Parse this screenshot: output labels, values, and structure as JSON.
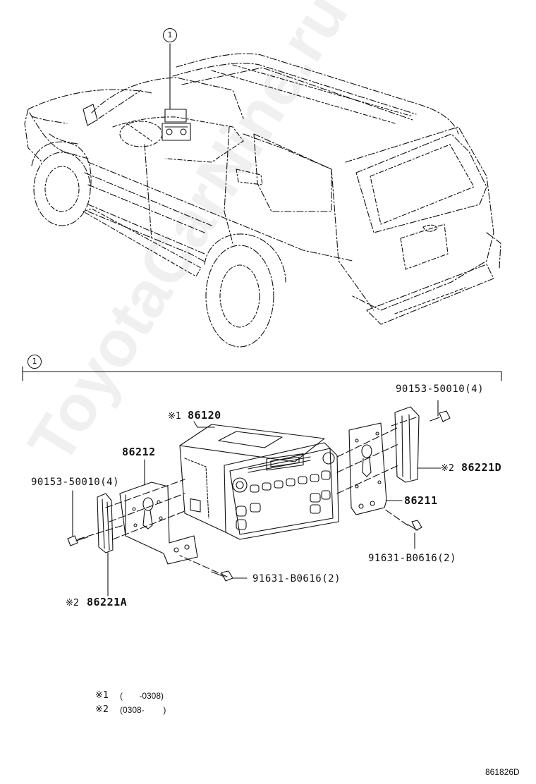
{
  "callouts": {
    "ref_top": "1",
    "ref_section": "1"
  },
  "parts": {
    "head_unit": {
      "mark": "※1",
      "number": "86120"
    },
    "bracket_left": {
      "number": "86212"
    },
    "bracket_right": {
      "number": "86211"
    },
    "cover_right": {
      "mark": "※2",
      "number": "86221D"
    },
    "cover_left": {
      "mark": "※2",
      "number": "86221A"
    },
    "screw_top_right": {
      "number": "90153-50010(4)"
    },
    "screw_left": {
      "number": "90153-50010(4)"
    },
    "bolt_right": {
      "number": "91631-B0616(2)"
    },
    "bolt_bottom": {
      "number": "91631-B0616(2)"
    }
  },
  "notes": [
    {
      "mark": "※1",
      "text": "(       -0308)"
    },
    {
      "mark": "※2",
      "text": "(0308-        )"
    }
  ],
  "diagram_code": "861826D",
  "watermark": "ToyotaCarNine.ru"
}
